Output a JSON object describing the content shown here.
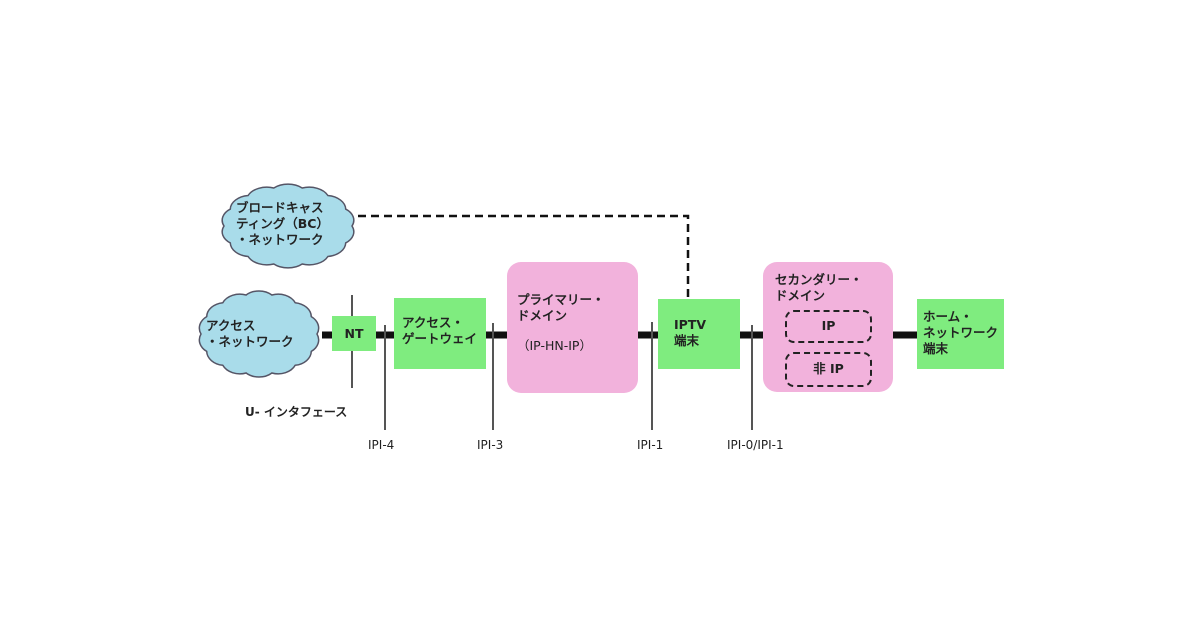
{
  "clouds": {
    "broadcast": [
      "ブロードキャス",
      "ティング（BC）",
      "・ネットワーク"
    ],
    "access": [
      "アクセス",
      "・ネットワーク"
    ]
  },
  "boxes": {
    "nt": "NT",
    "access_gateway": [
      "アクセス・",
      "ゲートウェイ"
    ],
    "primary_domain": [
      "プライマリー・",
      "ドメイン",
      "（IP-HN-IP）"
    ],
    "iptv": [
      "IPTV",
      "端末"
    ],
    "secondary_domain": [
      "セカンダリー・",
      "ドメイン"
    ],
    "secondary_ip": "IP",
    "secondary_non_ip": "非 IP",
    "home_network": [
      "ホーム・",
      "ネットワーク",
      "端末"
    ]
  },
  "labels": {
    "u_interface": "U- インタフェース",
    "ipi4": "IPI-4",
    "ipi3": "IPI-3",
    "ipi1": "IPI-1",
    "ipi0_1": "IPI-0/IPI-1"
  },
  "colors": {
    "cloud": "#a9dcea",
    "device": "#7fec7f",
    "domain": "#f2b2dc"
  }
}
